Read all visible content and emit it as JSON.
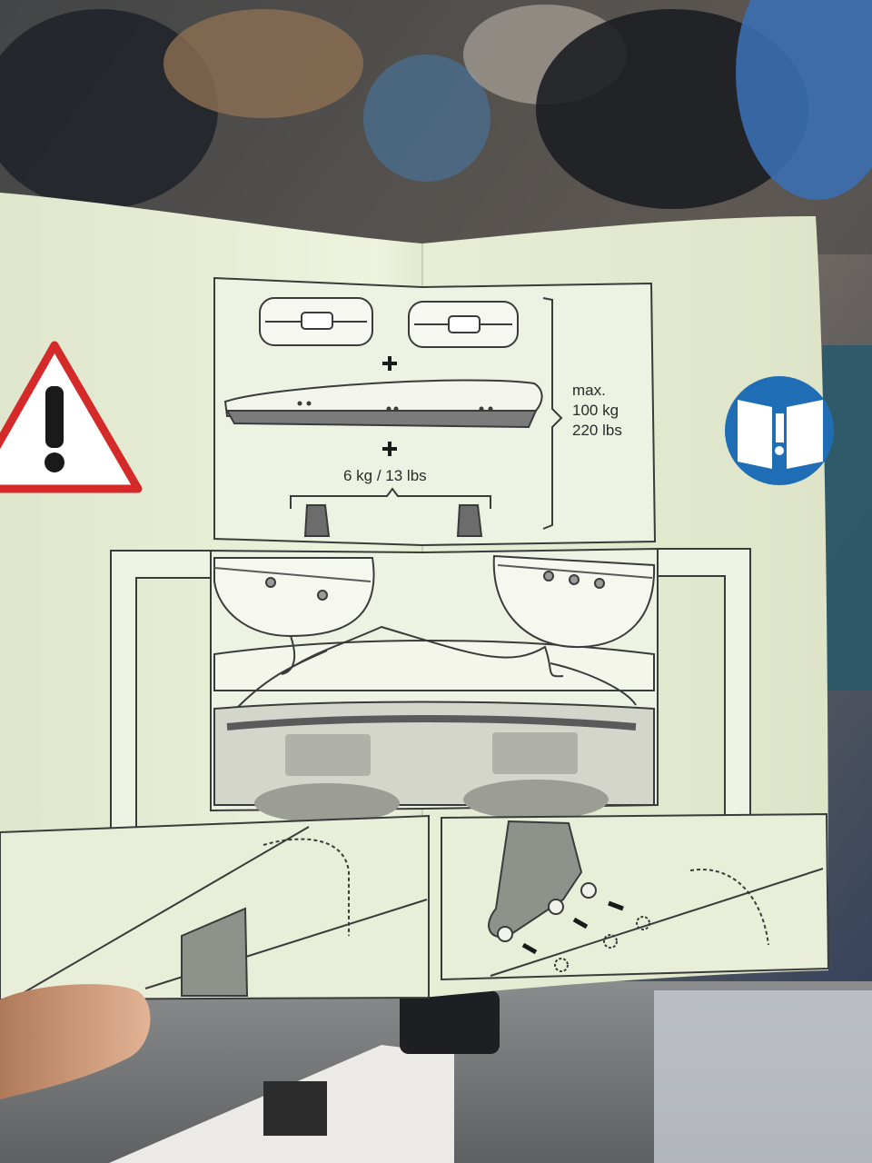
{
  "manual": {
    "max_label": {
      "line1": "max.",
      "line2": "100 kg",
      "line3": "220 lbs"
    },
    "bar_weight": "6 kg / 13 lbs"
  },
  "icons": {
    "warning": "warning-triangle-icon",
    "read_manual": "read-manual-icon"
  },
  "colors": {
    "paper": "#e9efd8",
    "warning_red": "#d42a2a",
    "info_blue": "#1f6eb5"
  }
}
